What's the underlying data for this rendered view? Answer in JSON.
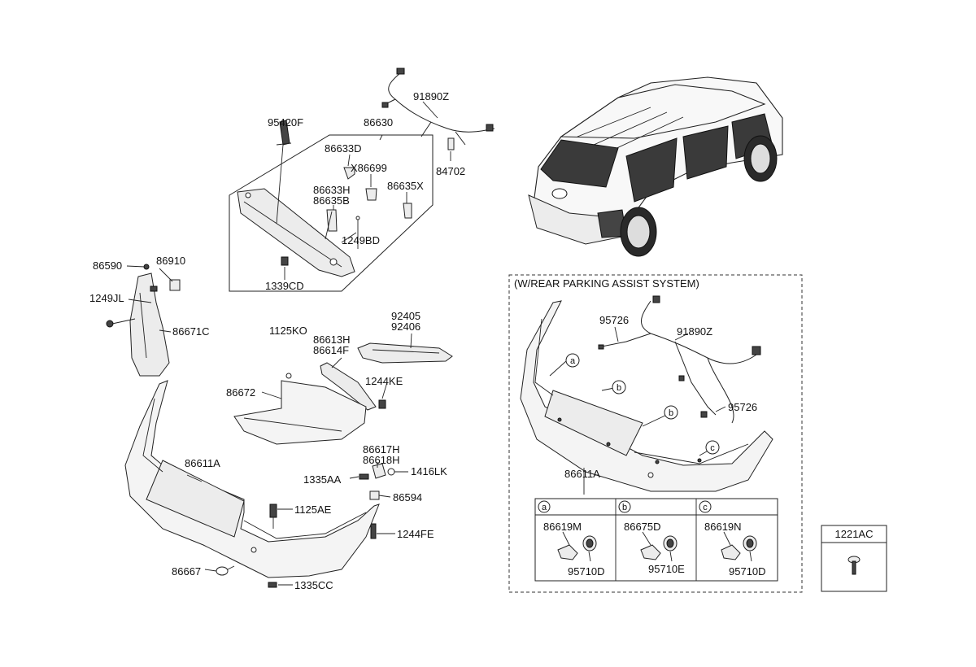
{
  "labels": {
    "p95420F": "95420F",
    "p86630": "86630",
    "p91890Z_top": "91890Z",
    "p84702": "84702",
    "p86633D": "86633D",
    "pX86699": "X86699",
    "p86633H": "86633H",
    "p86635B": "86635B",
    "p86635X": "86635X",
    "p1249BD": "1249BD",
    "p1339CD": "1339CD",
    "p86590": "86590",
    "p86910": "86910",
    "p1249JL": "1249JL",
    "p86671C": "86671C",
    "p1125KO": "1125KO",
    "p92405": "92405",
    "p92406": "92406",
    "p86613H": "86613H",
    "p86614F": "86614F",
    "p1244KE": "1244KE",
    "p86672": "86672",
    "p86617H": "86617H",
    "p86618H": "86618H",
    "p1335AA": "1335AA",
    "p1416LK": "1416LK",
    "p86594": "86594",
    "p86611A_left": "86611A",
    "p1125AE": "1125AE",
    "p1244FE": "1244FE",
    "p86667": "86667",
    "p1335CC": "1335CC",
    "p95726_top": "95726",
    "p91890Z_right": "91890Z",
    "p95726_right": "95726",
    "p86611A_right": "86611A",
    "p86619M": "86619M",
    "p95710D_a": "95710D",
    "p86675D": "86675D",
    "p95710E": "95710E",
    "p86619N": "86619N",
    "p95710D_c": "95710D",
    "p1221AC": "1221AC"
  },
  "inset": {
    "title": "(W/REAR PARKING ASSIST SYSTEM)",
    "callouts": [
      "a",
      "b",
      "b",
      "c"
    ],
    "table_headers": [
      "a",
      "b",
      "c"
    ]
  }
}
